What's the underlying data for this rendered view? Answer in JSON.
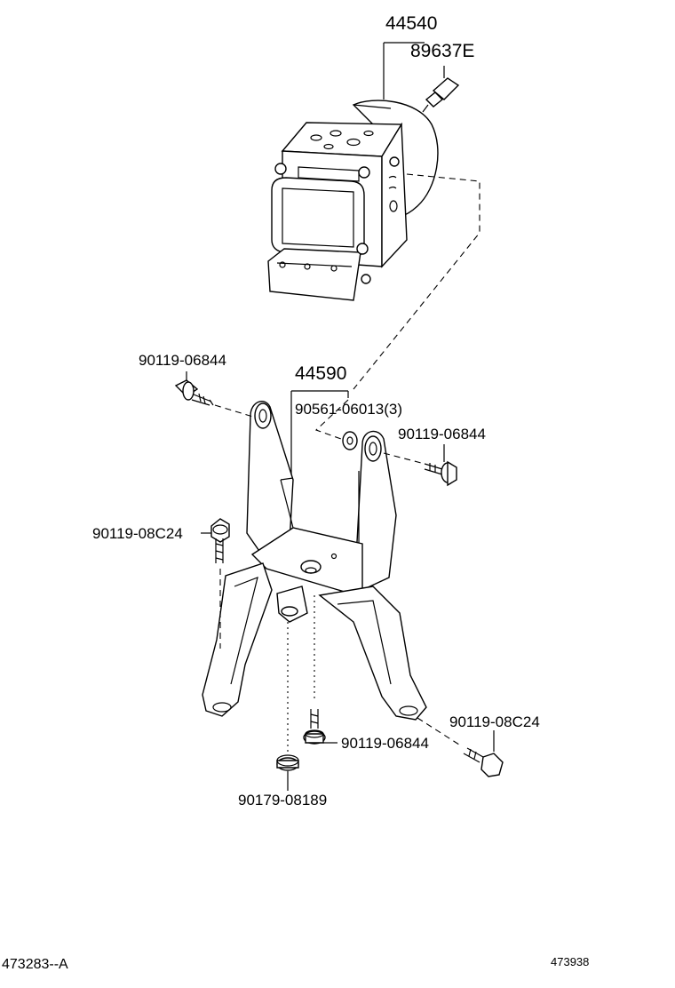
{
  "parts": {
    "abs_actuator": {
      "number": "44540"
    },
    "sensor": {
      "number": "89637E"
    },
    "bracket": {
      "number": "44590"
    },
    "bolt_upper_left": {
      "number": "90119-06844"
    },
    "cushion": {
      "number": "90561-06013(3)"
    },
    "bolt_upper_right": {
      "number": "90119-06844"
    },
    "bolt_left": {
      "number": "90119-08C24"
    },
    "bolt_lower_right": {
      "number": "90119-08C24"
    },
    "bolt_lower_center": {
      "number": "90119-06844"
    },
    "nut_bottom": {
      "number": "90179-08189"
    }
  },
  "footer": {
    "left_code": "473283--A",
    "right_code": "473938"
  }
}
